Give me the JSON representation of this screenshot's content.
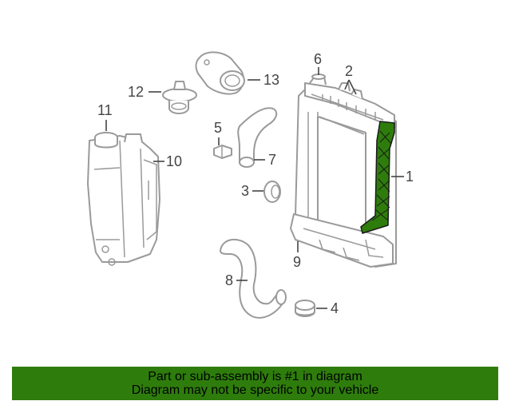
{
  "diagram": {
    "callouts": [
      {
        "id": "1",
        "label": "1"
      },
      {
        "id": "2",
        "label": "2"
      },
      {
        "id": "3",
        "label": "3"
      },
      {
        "id": "4",
        "label": "4"
      },
      {
        "id": "5",
        "label": "5"
      },
      {
        "id": "6",
        "label": "6"
      },
      {
        "id": "7",
        "label": "7"
      },
      {
        "id": "8",
        "label": "8"
      },
      {
        "id": "9",
        "label": "9"
      },
      {
        "id": "10",
        "label": "10"
      },
      {
        "id": "11",
        "label": "11"
      },
      {
        "id": "12",
        "label": "12"
      },
      {
        "id": "13",
        "label": "13"
      }
    ],
    "highlight_color": "#2e7d0c",
    "highlighted_part": "1"
  },
  "banner": {
    "line1": "Part or sub-assembly is #1 in diagram",
    "line2": "Diagram may not be specific to your vehicle",
    "color": "#2e7d0c"
  }
}
